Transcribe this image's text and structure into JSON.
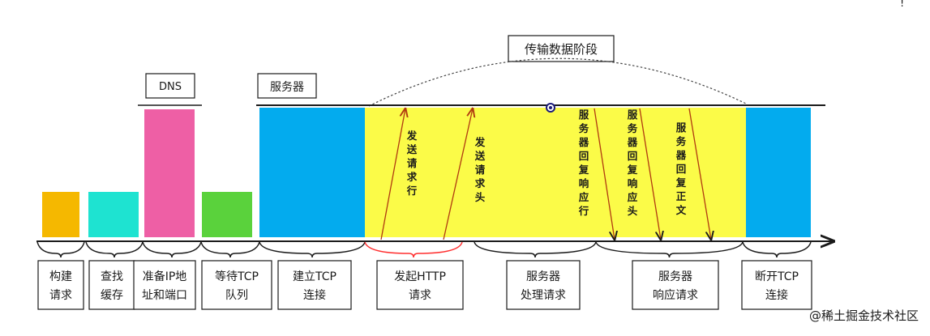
{
  "header": {
    "phase_label": "传输数据阶段",
    "dns_label": "DNS",
    "server_label": "服务器",
    "mark": "!"
  },
  "blocks": [
    {
      "name": "build-request",
      "color": "#f5b800"
    },
    {
      "name": "lookup-cache",
      "color": "#1ee3d1"
    },
    {
      "name": "dns-resolve",
      "color": "#ee5fa5"
    },
    {
      "name": "tcp-queue",
      "color": "#5ad23c"
    },
    {
      "name": "tcp-connect",
      "color": "#03abee"
    },
    {
      "name": "data-transfer",
      "color": "#fbfb48"
    },
    {
      "name": "tcp-close",
      "color": "#03abee"
    }
  ],
  "stages": [
    {
      "line1": "构建",
      "line2": "请求"
    },
    {
      "line1": "查找",
      "line2": "缓存"
    },
    {
      "line1": "准备IP地",
      "line2": "址和端口"
    },
    {
      "line1": "等待TCP",
      "line2": "队列"
    },
    {
      "line1": "建立TCP",
      "line2": "连接"
    },
    {
      "line1": "发起HTTP",
      "line2": "请求"
    },
    {
      "line1": "服务器",
      "line2": "处理请求"
    },
    {
      "line1": "服务器",
      "line2": "响应请求"
    },
    {
      "line1": "断开TCP",
      "line2": "连接"
    }
  ],
  "arrows": [
    {
      "label": "发送请求行"
    },
    {
      "label": "发送请求头"
    },
    {
      "label": "服务器回复响应行"
    },
    {
      "label": "服务器回复响应头"
    },
    {
      "label": "服务器回复正文"
    }
  ],
  "watermark": "@稀土掘金技术社区",
  "colors": {
    "line": "#1a1a1a",
    "highlight_arc": "#ff2e2e",
    "arrow": "#b03a10"
  }
}
